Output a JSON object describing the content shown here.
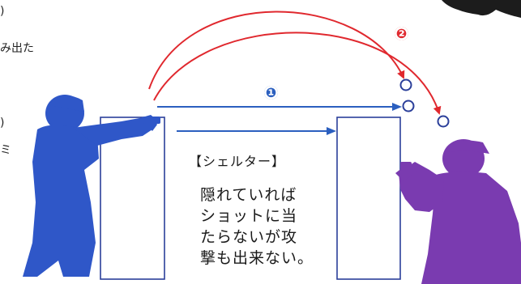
{
  "left_text": {
    "line1": ")",
    "line2": "み出た",
    "line3": ")",
    "line4": "ミ"
  },
  "badges": {
    "one": "❶",
    "two": "❷"
  },
  "shelter": {
    "title": "【シェルター】",
    "lines": [
      "隠れていれば",
      "ショットに当",
      "たらないが攻",
      "撃も出来ない。"
    ]
  },
  "colors": {
    "blue_player": "#2f57c8",
    "purple_player": "#7a3bb0",
    "red_arrow": "#e0282e",
    "blue_arrow": "#2b5fbf",
    "barrier_stroke": "#2b3f9a"
  }
}
